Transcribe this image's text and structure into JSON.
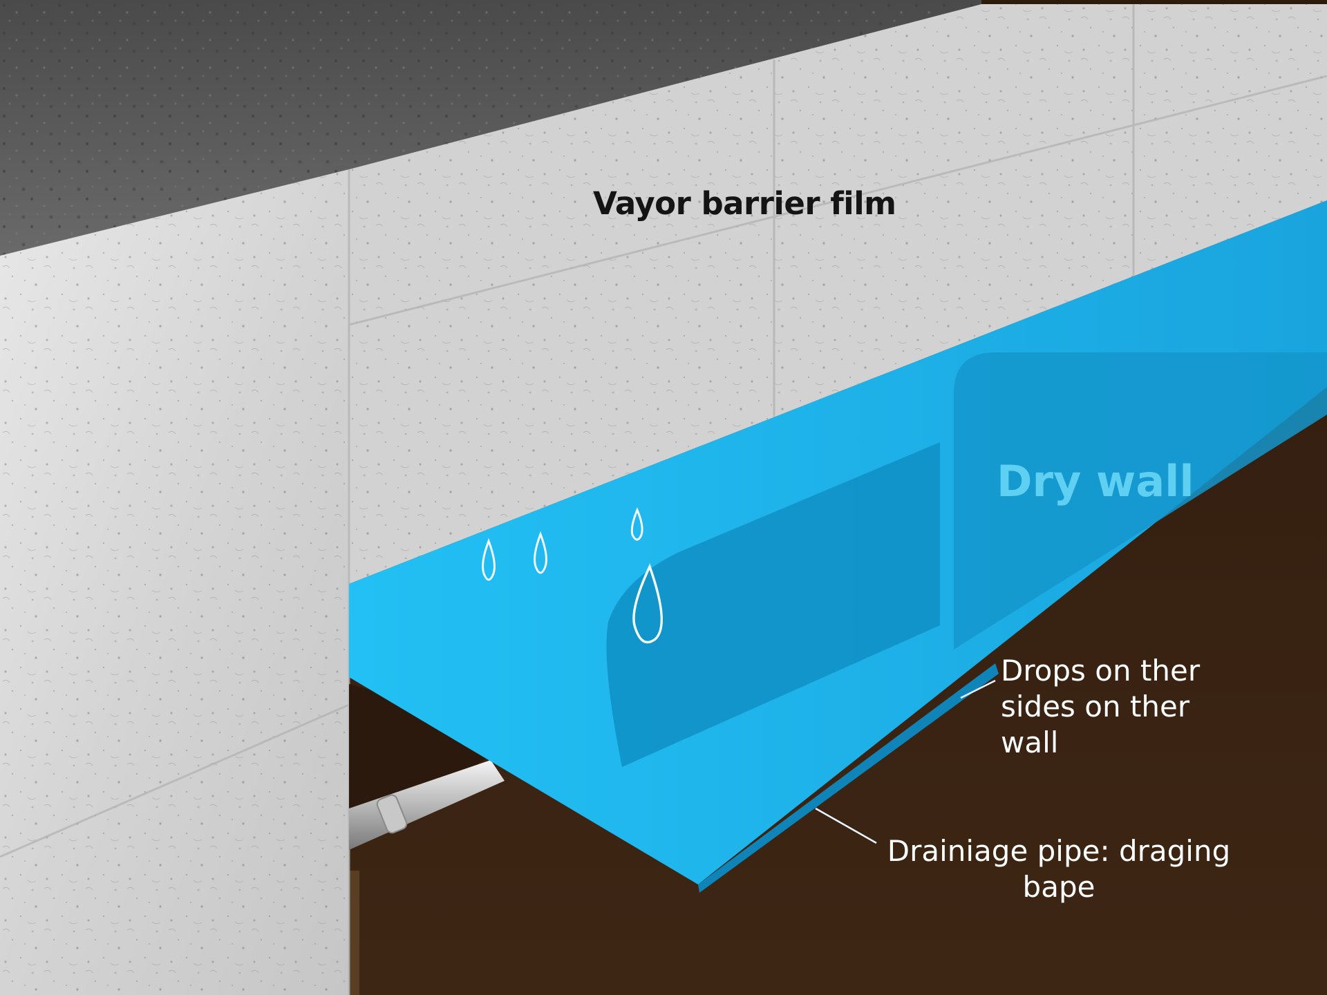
{
  "labels": {
    "vapor_barrier": "Vayor barrier film",
    "dry_wall": "Dry wall",
    "drops": [
      "Drops on ther",
      "sides on ther",
      "wall"
    ],
    "drainage": [
      "Drainiage pipe: draging",
      "bape"
    ]
  },
  "colors": {
    "vapor_label": "#141414",
    "dry_wall_label": "#5fd0f2",
    "callout_text": "#ffffff",
    "barrier_blue": "#1cb0e8",
    "soil": "#3a2414",
    "gravel": "#5a5a5a",
    "concrete": "#d9d9d9"
  }
}
